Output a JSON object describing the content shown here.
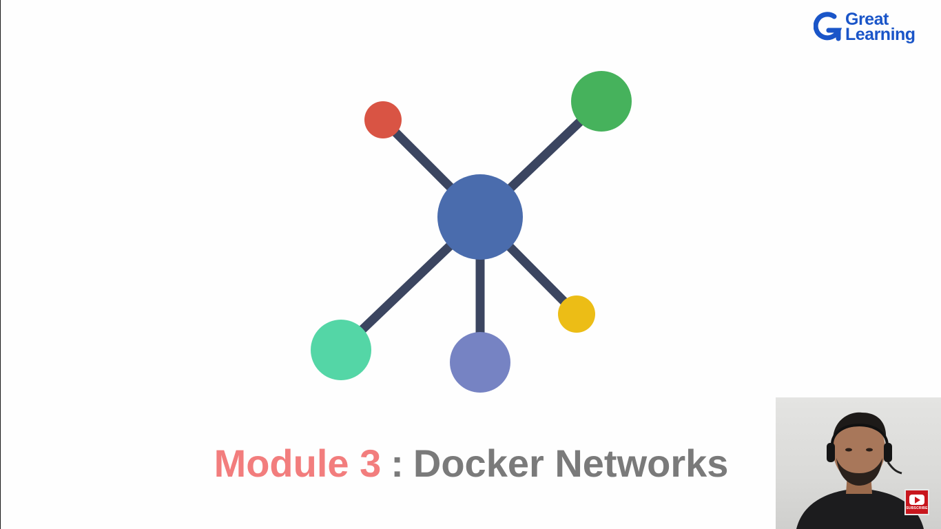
{
  "brand": {
    "line1": "Great",
    "line2": "Learning",
    "color": "#1a55c8",
    "mark_icon": "great-learning-g-icon"
  },
  "diagram": {
    "hub_color": "#4a6cad",
    "link_color": "#3b4560",
    "nodes": [
      {
        "name": "node-red",
        "color": "#d95444"
      },
      {
        "name": "node-green",
        "color": "#46b25c"
      },
      {
        "name": "node-mint",
        "color": "#54d6a6"
      },
      {
        "name": "node-lavender",
        "color": "#7683c3"
      },
      {
        "name": "node-yellow",
        "color": "#ecbd16"
      }
    ]
  },
  "title": {
    "module": "Module 3",
    "separator": ":",
    "topic": "Docker Networks",
    "module_color": "#f27d7d",
    "topic_color": "#7a7a7a"
  },
  "webcam": {
    "subscribe_label": "SUBSCRIBE",
    "subscribe_icon": "youtube-play-icon"
  }
}
